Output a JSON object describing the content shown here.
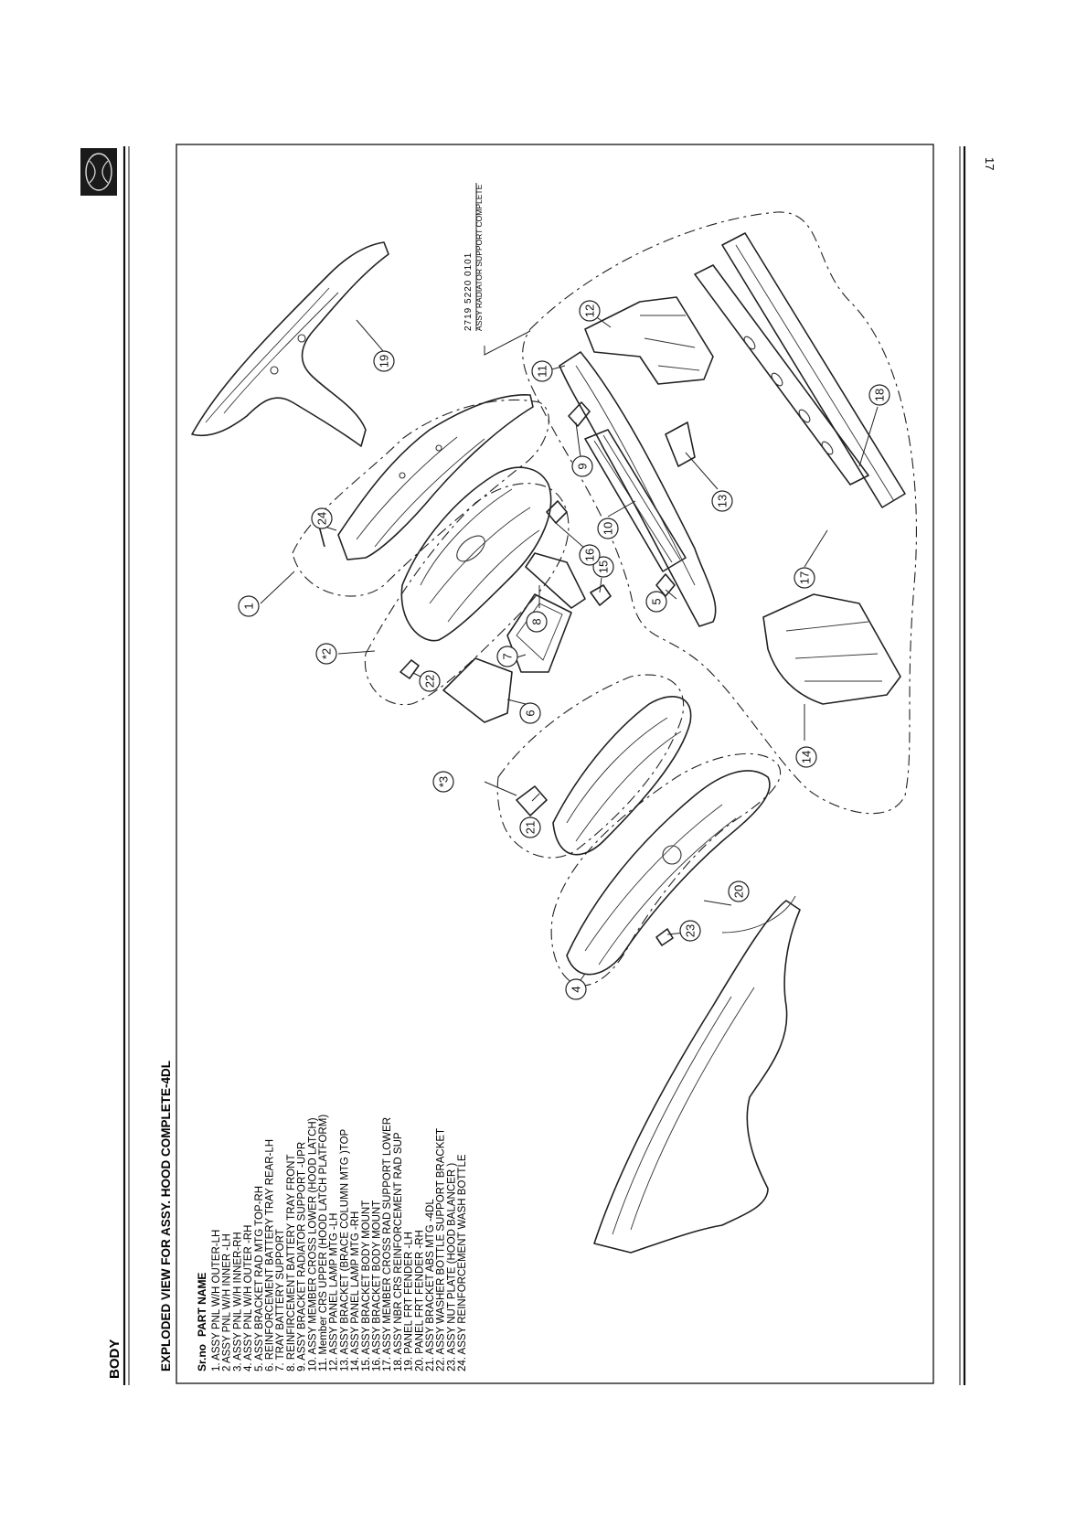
{
  "header": {
    "section": "BODY",
    "page_number": "17",
    "logo": "brand-logo"
  },
  "diagram": {
    "title": "EXPLODED VIEW FOR  ASSY. HOOD COMPLETE-4DL",
    "assembly_note": {
      "part_number": "2719 5220 0101",
      "description": "ASSY RADIATOR SUPPORT COMPLETE"
    }
  },
  "parts_table": {
    "col_srno": "Sr.no",
    "col_name": "PART NAME",
    "rows": [
      "1.   ASSY PNL W/H OUTER-LH",
      "2    ASSY PNL W/H INNER -LH",
      "3.   ASSY PNL W/H INNER-RH",
      "4.   ASSY PNL W/H OUTER -RH",
      "5.   ASSY BRACKET RAD MTG TOP-RH",
      "6.   REINFORCEMENT BATTERY TRAY REAR-LH",
      "7.   TRAY BATTERY SUPPORT",
      "8.   REINFIRCEMENT BATTERY TRAY FRONT",
      "9.   ASSY BRACKET RADIATOR SUPPORT -UPR",
      "10. ASSY MEMBER CROSS LOWER (HOOD LATCH)",
      "11. Member CRS UPPER (HOOD LATCH PLATFORM)",
      "12. ASSY PANEL LAMP MTG -LH",
      "13. ASSY BRACKET (BRACE COLUMN MTG )TOP",
      "14. ASSY PANEL LAMP MTG -RH",
      "15. ASSY BRACKET BODY MOUNT",
      "16. ASSY BRACKET BODY MOUNT",
      "17. ASSY MEMBER CROSS RAD SUPPORT LOWER",
      "18. ASSY NBR CRS REINFORCEMENT RAD SUP",
      "19. PANEL FRT FENDER -LH",
      "20. PANEL FRT FENDER -RH",
      "21. ASSY BRACKET ABS MTG -4DL",
      "22. ASSY WASHER BOTTLE SUPPORT BRACKET",
      "23. ASSY NUT PLATE (HOOD BALANCER )",
      "24. ASSY REINFORCEMENT WASH BOTTLE"
    ]
  },
  "callouts": [
    "1",
    "*2",
    "*3",
    "4",
    "5",
    "6",
    "7",
    "8",
    "9",
    "10",
    "11",
    "12",
    "13",
    "14",
    "15",
    "16",
    "17",
    "18",
    "19",
    "20",
    "21",
    "22",
    "23",
    "24"
  ]
}
